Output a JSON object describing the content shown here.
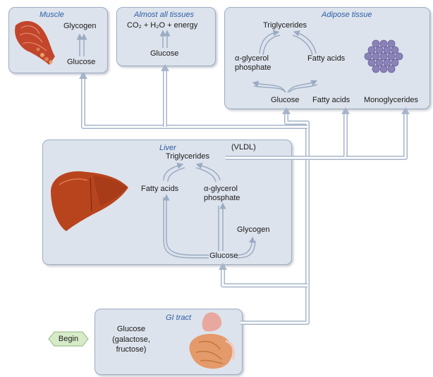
{
  "muscle": {
    "title": "Muscle",
    "glycogen": "Glycogen",
    "glucose": "Glucose"
  },
  "tissues": {
    "title": "Almost all tissues",
    "products": "CO₂ + H₂O + energy",
    "glucose": "Glucose"
  },
  "adipose": {
    "title": "Adipose tissue",
    "triglycerides": "Triglycerides",
    "alpha_glycerol": "α-glycerol",
    "phosphate": "phosphate",
    "fatty_acids_top": "Fatty acids",
    "glucose": "Glucose",
    "fatty_acids": "Fatty acids",
    "monoglycerides": "Monoglycerides"
  },
  "liver": {
    "title": "Liver",
    "triglycerides": "Triglycerides",
    "vldl": "(VLDL)",
    "fatty_acids": "Fatty acids",
    "alpha_glycerol": "α-glycerol",
    "phosphate": "phosphate",
    "glycogen": "Glycogen",
    "glucose": "Glucose"
  },
  "gi": {
    "title": "GI tract",
    "glucose": "Glucose",
    "galactose": "(galactose,",
    "fructose": "fructose)"
  },
  "begin": "Begin",
  "colors": {
    "box_fill": "#dde3ec",
    "box_border": "#9fadc2",
    "title": "#2b5ea6",
    "pipe": "#a6b5ca",
    "liver_organ": "#b8441e"
  }
}
